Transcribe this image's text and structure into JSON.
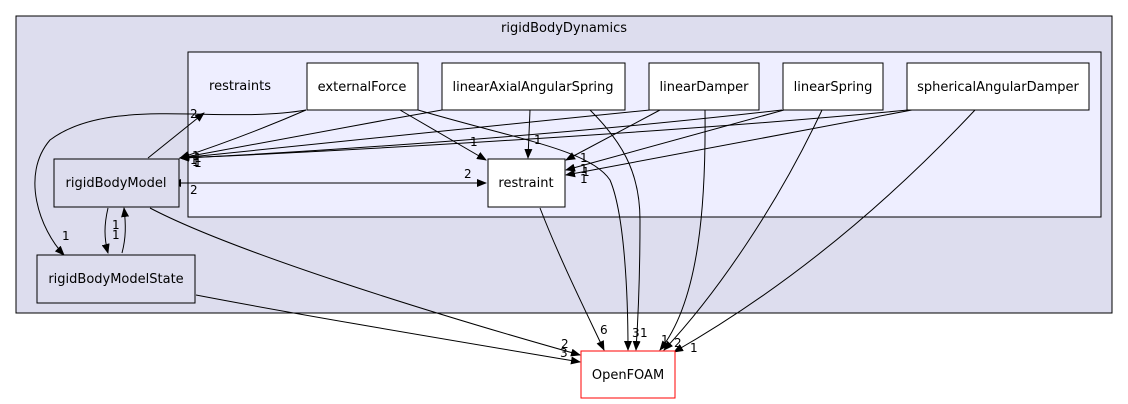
{
  "clusters": {
    "outer": {
      "label": "rigidBodyDynamics",
      "fill": "#ddddee"
    },
    "inner": {
      "label": "restraints",
      "fill": "#eeeeff"
    }
  },
  "nodes": {
    "externalForce": "externalForce",
    "linearAxialAngularSpring": "linearAxialAngularSpring",
    "linearDamper": "linearDamper",
    "linearSpring": "linearSpring",
    "sphericalAngularDamper": "sphericalAngularDamper",
    "restraint": "restraint",
    "rigidBodyModel": "rigidBodyModel",
    "rigidBodyModelState": "rigidBodyModelState",
    "OpenFOAM": "OpenFOAM"
  },
  "colors": {
    "openfoam_border": "#ff0000",
    "node_border": "#000000"
  },
  "edge_labels": {
    "e_rbm_restraints": "2",
    "e_restraints_rbm_1": "1",
    "e_restraints_rbm_2": "1",
    "e_restraints_rbm_3": "1",
    "e_restraints_rbm_4": "1",
    "e_restraints_rbm_5": "1",
    "e_rbm_restraint": "2",
    "e_restraint_rbm": "2",
    "e_ef_restraint": "1",
    "e_laas_restraint": "1",
    "e_ld_restraint": "1",
    "e_ls_restraint_1": "1",
    "e_ls_restraint_2": "1",
    "e_sad_restraint": "1",
    "e_rbm_rbms": "1",
    "e_rbms_rbm": "1",
    "e_loop_rbms": "1",
    "e_restraint_of": "6",
    "e_ef_of": "3",
    "e_laas_of": "1",
    "e_ld_of": "1",
    "e_ls_of": "2",
    "e_sad_of": "1",
    "e_rbm_of": "2",
    "e_rbms_of": "3"
  }
}
